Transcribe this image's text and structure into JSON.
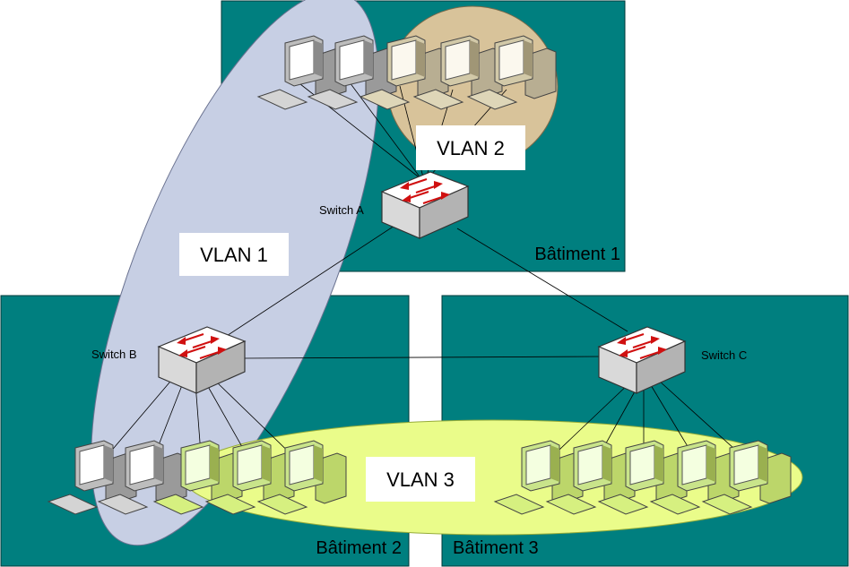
{
  "buildings": [
    {
      "id": "b1",
      "label": "Bâtiment 1"
    },
    {
      "id": "b2",
      "label": "Bâtiment 2"
    },
    {
      "id": "b3",
      "label": "Bâtiment 3"
    }
  ],
  "switches": [
    {
      "id": "a",
      "label": "Switch A"
    },
    {
      "id": "b",
      "label": "Switch B"
    },
    {
      "id": "c",
      "label": "Switch C"
    }
  ],
  "vlans": [
    {
      "id": "v1",
      "label": "VLAN 1",
      "color": "#c7cfe4"
    },
    {
      "id": "v2",
      "label": "VLAN 2",
      "color": "#d8c39a"
    },
    {
      "id": "v3",
      "label": "VLAN 3",
      "color": "#eafc8a"
    }
  ],
  "colors": {
    "building_fill": "#007f7f",
    "pc_grey": "#c8c8c8",
    "pc_green": "#d6f080",
    "pc_tan": "#ded6b8",
    "switch_arrow": "#d01010"
  }
}
